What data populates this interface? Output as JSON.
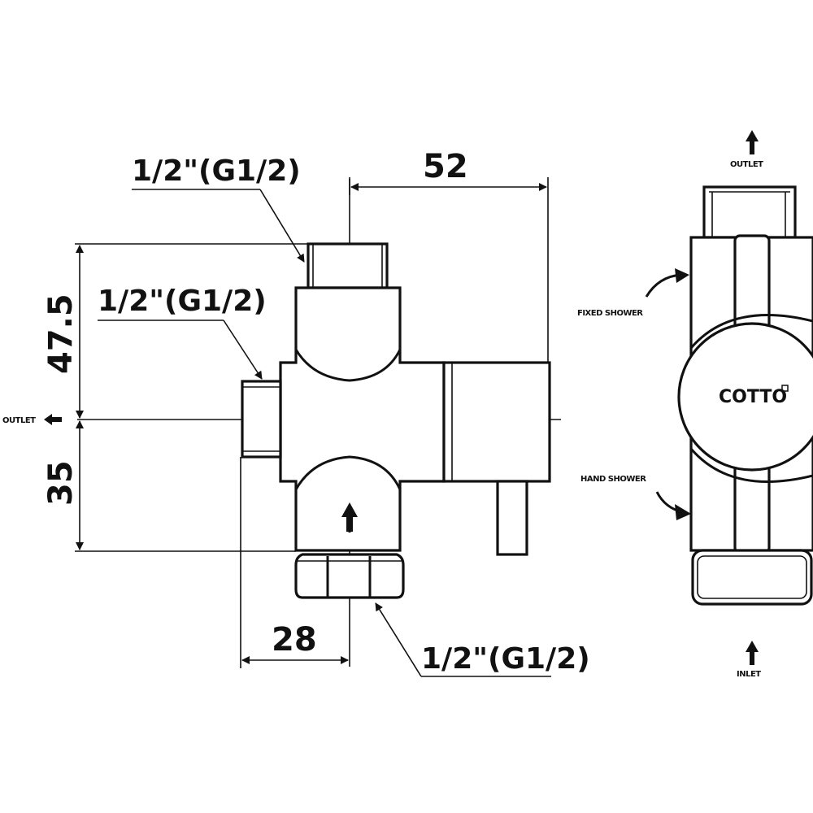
{
  "front_view": {
    "dimensions": {
      "width_top": "52",
      "height_upper": "47.5",
      "height_lower": "35",
      "width_left": "28"
    },
    "thread_spec": "1/2\"(G1/2)",
    "side_outlet_label": "OUTLET"
  },
  "side_view": {
    "top_label": "OUTLET",
    "fixed_label": "FIXED SHOWER",
    "hand_label": "HAND SHOWER",
    "inlet_label": "INLET",
    "brand": "COTTO"
  }
}
